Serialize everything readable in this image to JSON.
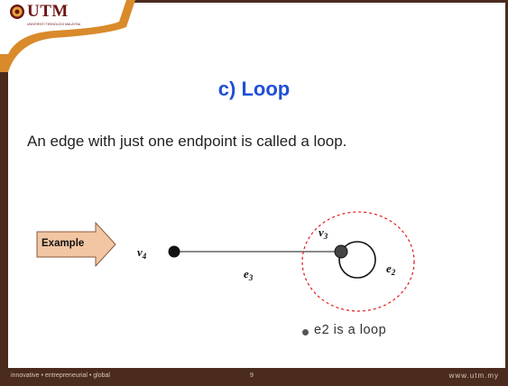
{
  "header": {
    "logo_text": "UTM",
    "logo_subtext": "UNIVERSITI TEKNOLOGI MALAYSIA"
  },
  "slide": {
    "title": "c) Loop",
    "body": "An edge with just one endpoint is called a loop.",
    "example_label": "Example",
    "bullet": "e2 is a loop"
  },
  "diagram": {
    "vertex_v4": "v",
    "vertex_v4_sub": "4",
    "vertex_v3": "v",
    "vertex_v3_sub": "3",
    "edge_e3": "e",
    "edge_e3_sub": "3",
    "edge_e2": "e",
    "edge_e2_sub": "2"
  },
  "footer": {
    "left": "innovative • entrepreneurial • global",
    "page_number": "9",
    "right": "www.utm.my"
  },
  "colors": {
    "title": "#1f4fd6",
    "frame": "#4a2b1e",
    "logo_tab": "#d98a2b",
    "example_arrow": "#f2c6a3",
    "loop_highlight": "#e01b1b"
  }
}
